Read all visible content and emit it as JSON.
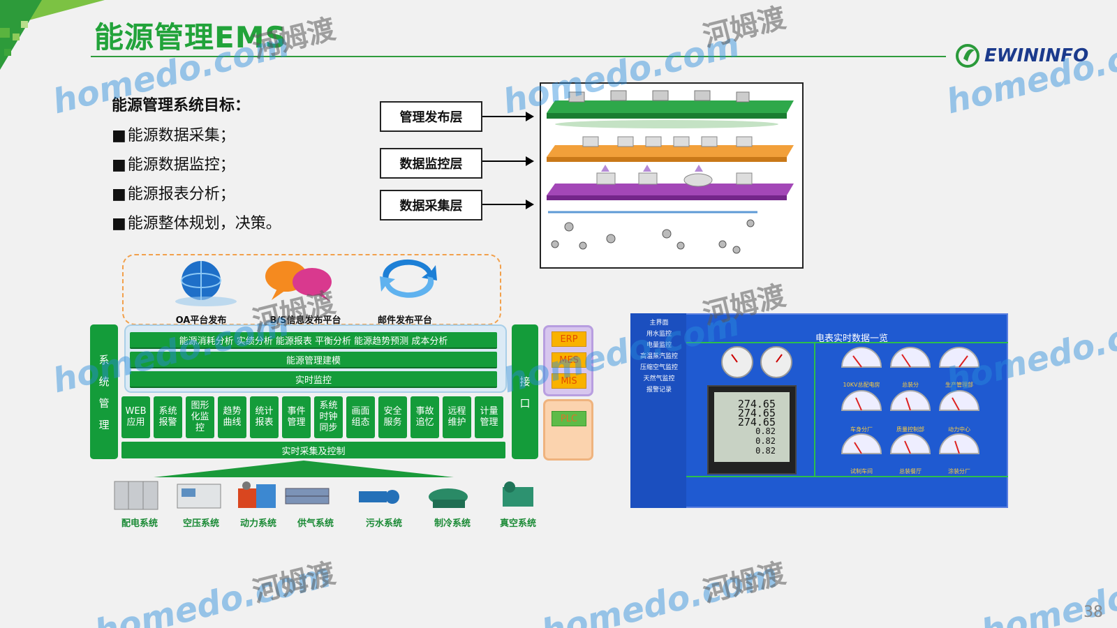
{
  "slide": {
    "title": "能源管理EMS",
    "page_number": "38",
    "brand_logo": {
      "text": "EWININFO",
      "icon": "ewininfo-logo-icon"
    }
  },
  "goals": {
    "heading": "能源管理系统目标：",
    "items": [
      "能源数据采集；",
      "能源数据监控；",
      "能源报表分析；",
      "能源整体规划，决策。"
    ]
  },
  "layers": [
    "管理发布层",
    "数据监控层",
    "数据采集层"
  ],
  "publish_platforms": [
    "OA平台发布",
    "B/S信息发布平台",
    "邮件发布平台"
  ],
  "architecture": {
    "left_bar": [
      "系",
      "统",
      "管",
      "理"
    ],
    "right_bar": [
      "接",
      "口"
    ],
    "bands": [
      "能源消耗分析 实绩分析 能源报表 平衡分析 能源趋势预测 成本分析",
      "能源管理建模",
      "实时监控"
    ],
    "modules": [
      "WEB\n应用",
      "系统\n报警",
      "图形\n化监\n控",
      "趋势\n曲线",
      "统计\n报表",
      "事件\n管理",
      "系统\n时钟\n同步",
      "画面\n组态",
      "安全\n服务",
      "事故\n追忆",
      "远程\n维护",
      "计量\n管理"
    ],
    "bottom_bar": "实时采集及控制",
    "interfaces": [
      "ERP",
      "MES",
      "MIS"
    ],
    "plc": "PLC"
  },
  "equipment": [
    "配电系统",
    "空压系统",
    "动力系统",
    "供气系统",
    "污水系统",
    "制冷系统",
    "真空系统"
  ],
  "monitor_screen": {
    "title": "电表实时数据一览",
    "menu": [
      "主界面",
      "用水监控",
      "电量监控",
      "高温蒸汽监控",
      "压缩空气监控",
      "天然气监控",
      "报警记录"
    ],
    "meter_values": [
      "274.65",
      "274.65",
      "274.65",
      "0.82",
      "0.82",
      "0.82"
    ],
    "gauge_labels": [
      "10KV总配电房",
      "总装分",
      "生产管理部",
      "车身分厂",
      "质量控制部",
      "动力中心",
      "试制车间",
      "总装餐厅",
      "涂装分厂"
    ]
  },
  "watermarks": {
    "latin": "homedo.com",
    "chinese": "河姆渡"
  },
  "colors": {
    "brand_green": "#22a33a",
    "module_green": "#149c3a",
    "screen_blue": "#1f5ad1",
    "logo_blue": "#1b3a8c"
  }
}
